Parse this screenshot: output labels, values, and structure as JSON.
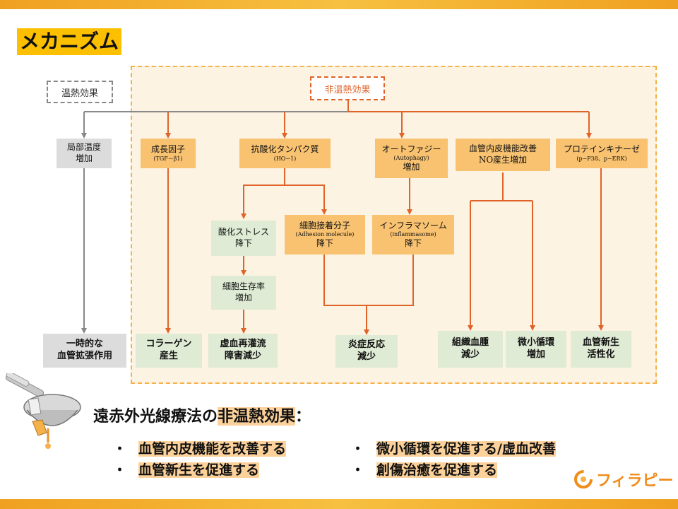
{
  "title": "メカニズム",
  "labels": {
    "warm": "温熱効果",
    "nonwarm": "非温熱効果"
  },
  "boxes": {
    "local_temp": {
      "line1": "局部温度",
      "line2": "増加"
    },
    "growth": {
      "line1": "成長因子",
      "sub": "(TGF－β1)"
    },
    "antiox": {
      "line1": "抗酸化タンパク質",
      "sub": "(HO−1)"
    },
    "auto": {
      "line1": "オートファジー",
      "sub": "(Autophagy)",
      "line2": "増加"
    },
    "endo": {
      "line1": "血管内皮機能改善",
      "line2": "NO産生増加"
    },
    "kinase": {
      "line1": "プロテインキナーゼ",
      "sub": "(p−P38、p−ERK)"
    },
    "oxstress": {
      "line1": "酸化ストレス",
      "line2": "降下"
    },
    "adhesion": {
      "line1": "細胞接着分子",
      "sub": "(Adhesion molecule)",
      "line2": "降下"
    },
    "inflamma": {
      "line1": "インフラマソーム",
      "sub": "(inflammasome)",
      "line2": "降下"
    },
    "survival": {
      "line1": "細胞生存率",
      "line2": "増加"
    },
    "vasodil": {
      "line1": "一時的な",
      "line2": "血管拡張作用"
    },
    "collagen": {
      "line1": "コラーゲン",
      "line2": "産生"
    },
    "ischemia": {
      "line1": "虚血再灌流",
      "line2": "障害減少"
    },
    "inflammation": {
      "line1": "炎症反応",
      "line2": "減少"
    },
    "edema": {
      "line1": "組織血腫",
      "line2": "減少"
    },
    "microcirc": {
      "line1": "微小循環",
      "line2": "増加"
    },
    "angio": {
      "line1": "血管新生",
      "line2": "活性化"
    }
  },
  "summary": {
    "title_prefix": "遠赤外光線療法の",
    "title_highlight": "非温熱効果",
    "title_suffix": "：",
    "bullet_mark": "・",
    "bullets": [
      "血管内皮機能を改善する",
      "微小循環を促進する/虚血改善",
      "血管新生を促進する",
      "創傷治癒を促進する"
    ]
  },
  "logo": {
    "text": "フィラピー"
  },
  "colors": {
    "accent": "#fcc000",
    "arrow_orange": "#e0642a",
    "arrow_gray": "#888888",
    "box_orange": "#f8c271",
    "box_green": "#dfebd4",
    "box_gray": "#dcdcdc"
  }
}
